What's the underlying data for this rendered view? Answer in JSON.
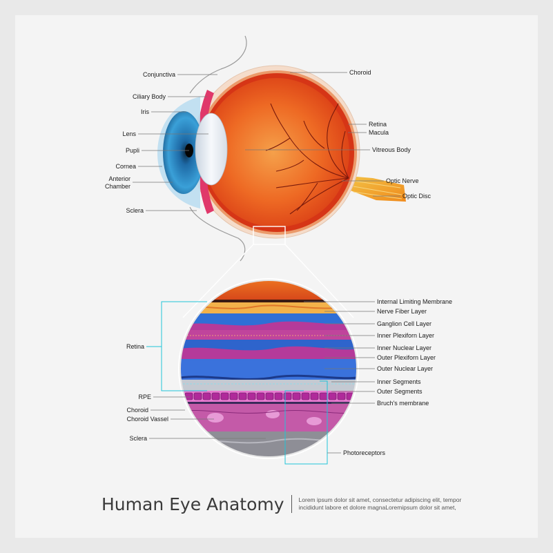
{
  "labels": {
    "conjunctiva": "Conjunctiva",
    "ciliary_body": "Ciliary Body",
    "iris": "Iris",
    "lens": "Lens",
    "pupli": "Pupli",
    "cornea": "Cornea",
    "anterior_chamber_1": "Anterior",
    "anterior_chamber_2": "Chamber",
    "sclera": "Sclera",
    "choroid": "Choroid",
    "retina": "Retina",
    "macula": "Macula",
    "vitreous_body": "Vitreous Body",
    "optic_nerve": "Optic Nerve",
    "optic_disc": "Optic Disc"
  },
  "layers": {
    "ilm": "Internal Limiting Membrane",
    "nfl": "Nerve Fiber Layer",
    "gcl": "Ganglion Cell Layer",
    "ipl": "Inner Plexiforn Layer",
    "inl": "Inner Nuclear Layer",
    "opl": "Outer Plexiforn Layer",
    "onl": "Outer Nuclear Layer",
    "is": "Inner Segments",
    "os": "Outer Segments",
    "bruch": "Bruch's membrane",
    "photoreceptors": "Photoreceptors",
    "retina": "Retina",
    "rpe": "RPE",
    "choroid": "Choroid",
    "choroid_vassel": "Choroid Vassel",
    "sclera": "Sclera"
  },
  "caption": {
    "title": "Human Eye Anatomy",
    "description": "Lorem ipsum dolor sit amet, consectetur adipiscing elit, tempor incididunt labore et dolore magnaLoremipsum dolor sit amet,"
  },
  "colors": {
    "eyeball": "#e8501c",
    "sclera": "#f4d9c6",
    "iris": "#2f8fc9",
    "nerve": "#f4a92a",
    "retina_accent": "#20c4d8"
  }
}
